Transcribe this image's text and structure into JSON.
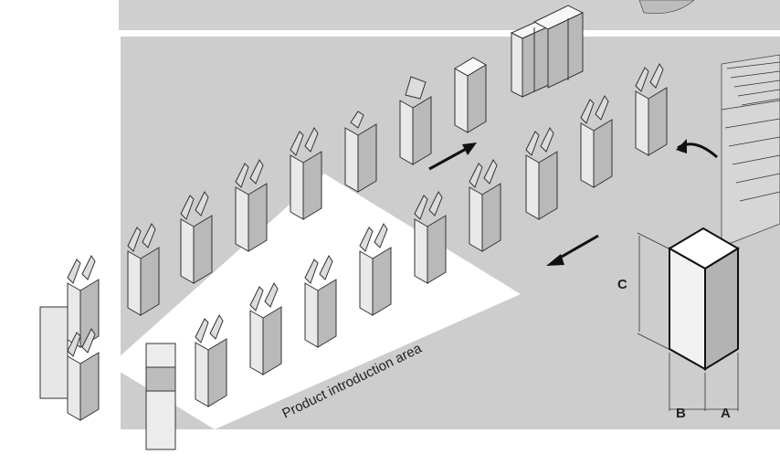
{
  "diagram": {
    "area_label": "Product introduction area",
    "dimensions": {
      "a": "A",
      "b": "B",
      "c": "C"
    },
    "colors": {
      "band": "#cfcfcf",
      "floor": "#ffffff",
      "box_light": "#efefef",
      "box_dark": "#b5b5b5",
      "outline": "#333333"
    }
  }
}
